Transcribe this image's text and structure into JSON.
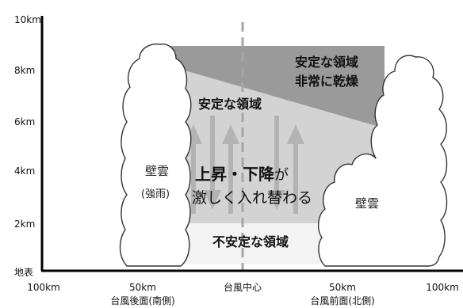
{
  "y_axis": {
    "ticks": [
      "10km",
      "8km",
      "6km",
      "4km",
      "2km"
    ],
    "ground_label": "地表"
  },
  "x_axis": {
    "ticks": [
      "100km",
      "50km",
      "台風中心",
      "50km",
      "100km"
    ],
    "sublabels": {
      "left": "台風後面(南側)",
      "right": "台風前面(北側)"
    }
  },
  "regions": {
    "upper_stable": {
      "line1": "安定な領域",
      "line2": "非常に乾燥"
    },
    "middle_stable": "安定な領域",
    "mixing": {
      "line1_bold": "上昇・下降",
      "line1_suffix": "が",
      "line2": "激しく入れ替わる"
    },
    "lower_unstable": "不安定な領域"
  },
  "clouds": {
    "left": {
      "label": "壁雲",
      "sublabel": "(強雨)"
    },
    "right": {
      "label": "壁雲"
    }
  },
  "colors": {
    "dark_region": "#9a9a9a",
    "light_region": "#d3d3d3",
    "lower_region": "#f3f3f3",
    "arrow": "#b3b3b3",
    "center_line": "#a6a6a6",
    "cloud_stroke": "#333333"
  }
}
